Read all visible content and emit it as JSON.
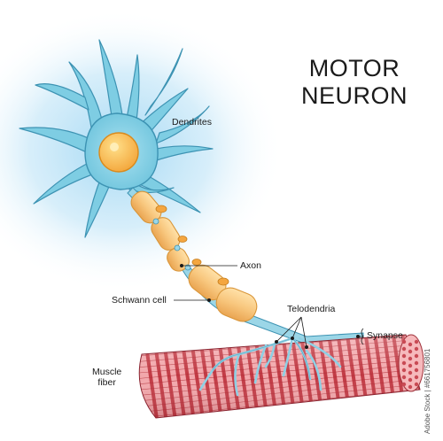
{
  "title_line1": "MOTOR",
  "title_line2": "NEURON",
  "labels": {
    "dendrites": "Dendrites",
    "axon": "Axon",
    "schwann_cell": "Schwann cell",
    "telodendria": "Telodendria",
    "synapse": "Synapse",
    "muscle_fiber_line1": "Muscle",
    "muscle_fiber_line2": "fiber"
  },
  "stock_id": "Adobe Stock | #661756801",
  "colors": {
    "glow": "#bfe3f7",
    "neuron": "#7ecde3",
    "neuron_stroke": "#3d93b3",
    "nucleus": "#f6b24a",
    "nucleus_stroke": "#d98a1c",
    "myelin": "#f8c77e",
    "myelin_stroke": "#d9963a",
    "muscle_dark": "#c23a44",
    "muscle_light": "#f2a7ab",
    "muscle_end": "#f6b9bc"
  }
}
